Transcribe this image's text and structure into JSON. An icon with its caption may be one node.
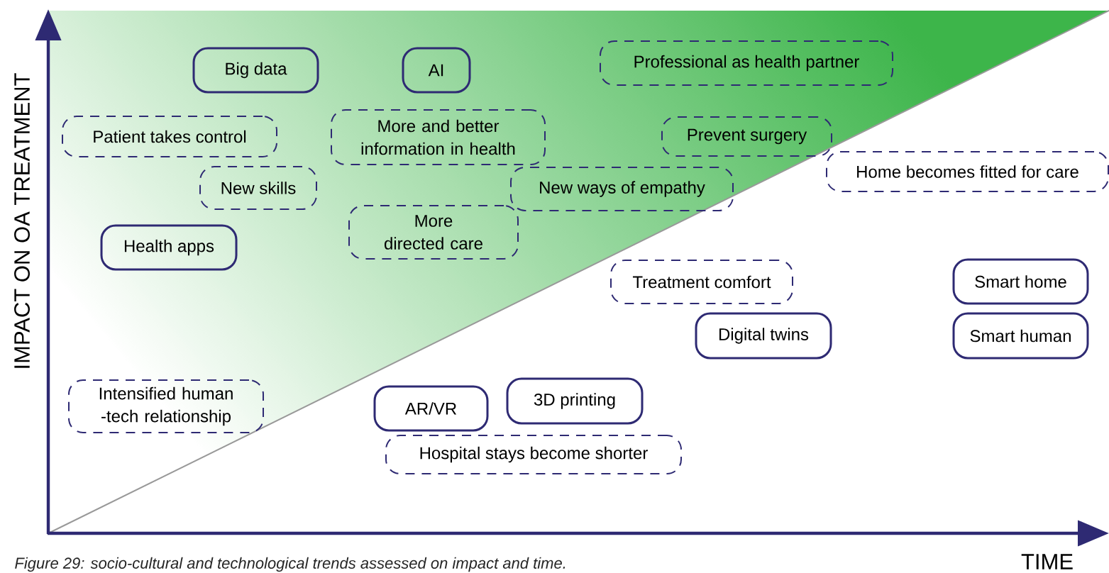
{
  "diagram": {
    "caption": "Figure 29: socio-cultural and technological trends assessed on impact and time.",
    "nodes": [
      {
        "text": [
          "Big data"
        ]
      },
      {
        "text": [
          "AI"
        ]
      },
      {
        "text": [
          "Professional as health partner"
        ]
      },
      {
        "text": [
          "Patient takes control"
        ]
      },
      {
        "text": [
          "More and better information in health"
        ]
      },
      {
        "text": [
          "Prevent surgery"
        ]
      },
      {
        "text": [
          "Home becomes fitted for care"
        ]
      },
      {
        "text": [
          "New skills"
        ]
      },
      {
        "text": [
          "New ways of empathy"
        ]
      },
      {
        "text": [
          "More directed care"
        ]
      },
      {
        "text": [
          "Health apps"
        ]
      },
      {
        "text": [
          "Treatment comfort"
        ]
      },
      {
        "text": [
          "Smart home"
        ]
      },
      {
        "text": [
          "Digital twins"
        ]
      },
      {
        "text": [
          "Smart human"
        ]
      },
      {
        "text": [
          "Intensified human -tech relationship"
        ]
      },
      {
        "text": [
          "3D printing"
        ]
      },
      {
        "text": [
          "AR/VR"
        ]
      },
      {
        "text": [
          "Hospital stays become shorter"
        ]
      }
    ],
    "labels": [
      "IMPACT ON OA TREATMENT",
      "TIME"
    ]
  }
}
